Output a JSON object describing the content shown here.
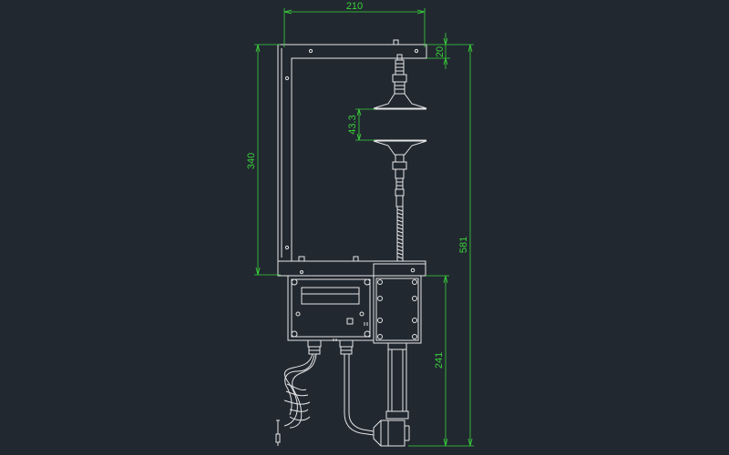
{
  "dimensions": {
    "top_width": "210",
    "top_offset": "20",
    "frame_height": "340",
    "gap": "43.3",
    "total_height": "581",
    "lower_height": "241"
  },
  "colors": {
    "background": "#212830",
    "geometry": "#e6e6e6",
    "dimension": "#3bd23b"
  }
}
